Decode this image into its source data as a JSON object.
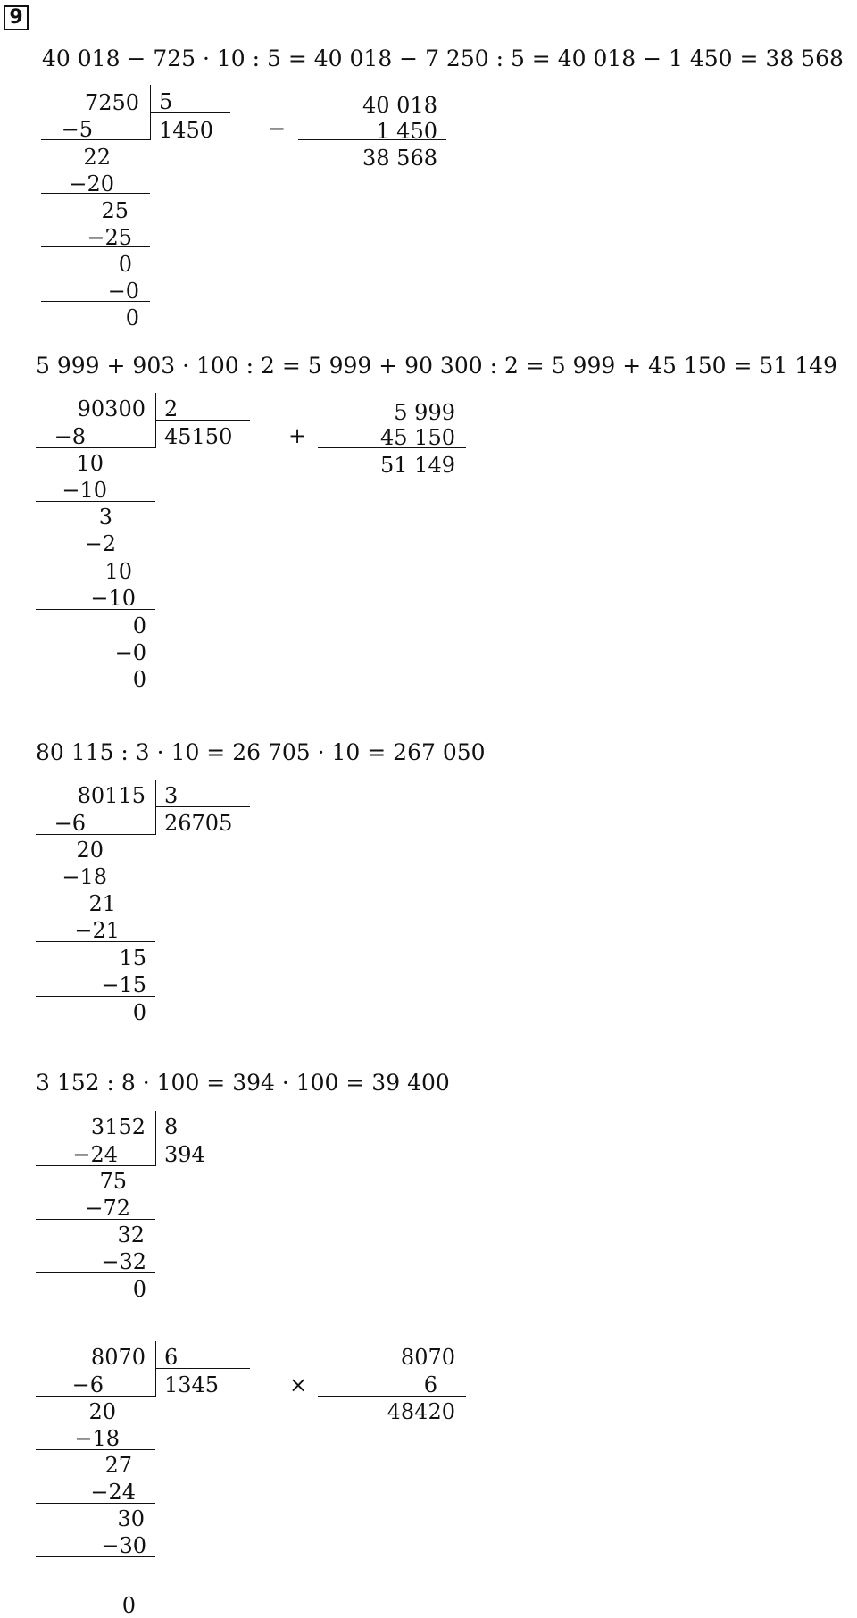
{
  "task_number": "9",
  "blocks": [
    {
      "equation": "40 018 − 725 · 10 : 5 = 40 018 − 7 250 : 5 = 40 018 − 1 450 = 38 568",
      "division": {
        "dividend": "7250",
        "divisor": "5",
        "quotient": "1450",
        "steps": [
          "−5",
          "22",
          "−20",
          "25",
          "−25",
          "0",
          "−0",
          "0"
        ]
      },
      "side": {
        "operator": "−",
        "top": "40 018",
        "bottom": "1 450",
        "result": "38 568"
      }
    },
    {
      "equation": "5 999 + 903 · 100 : 2 = 5 999 + 90 300 : 2 = 5 999 + 45 150 = 51 149",
      "division": {
        "dividend": "90300",
        "divisor": "2",
        "quotient": "45150",
        "steps": [
          "−8",
          "10",
          "−10",
          "3",
          "−2",
          "10",
          "−10",
          "0",
          "−0",
          "0"
        ]
      },
      "side": {
        "operator": "+",
        "top": "5 999",
        "bottom": "45 150",
        "result": "51 149"
      }
    },
    {
      "equation": "80 115 : 3 · 10 = 26 705 · 10 = 267 050",
      "division": {
        "dividend": "80115",
        "divisor": "3",
        "quotient": "26705",
        "steps": [
          "−6",
          "20",
          "−18",
          "21",
          "−21",
          "15",
          "−15",
          "0"
        ]
      }
    },
    {
      "equation": "3 152 : 8 · 100 = 394 · 100 = 39 400",
      "division": {
        "dividend": "3152",
        "divisor": "8",
        "quotient": "394",
        "steps": [
          "−24",
          "75",
          "−72",
          "32",
          "−32",
          "0"
        ]
      }
    },
    {
      "division": {
        "dividend": "8070",
        "divisor": "6",
        "quotient": "1345",
        "steps": [
          "−6",
          "20",
          "−18",
          "27",
          "−24",
          "30",
          "−30",
          "0"
        ]
      },
      "side": {
        "operator": "×",
        "top": "8070",
        "bottom": "6",
        "result": "48420"
      }
    }
  ]
}
